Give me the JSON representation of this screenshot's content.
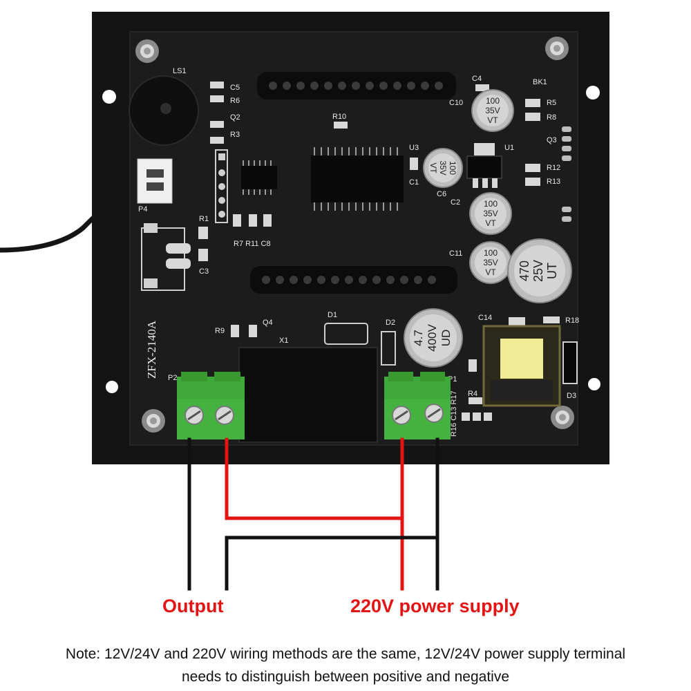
{
  "board": {
    "model": "ZFX-2140A",
    "silkscreen": {
      "ls1": "LS1",
      "c5": "C5",
      "r6": "R6",
      "q2": "Q2",
      "r3": "R3",
      "r10": "R10",
      "u3": "U3",
      "c1": "C1",
      "c4": "C4",
      "c10": "C10",
      "u1": "U1",
      "bk1": "BK1",
      "r5": "R5",
      "r8": "R8",
      "q3": "Q3",
      "r12": "R12",
      "r13": "R13",
      "c6": "C6",
      "c2": "C2",
      "c11": "C11",
      "p4": "P4",
      "r1": "R1",
      "c3": "C3",
      "r7_r11_c8": "R7 R11 C8",
      "r9": "R9",
      "q4": "Q4",
      "x1": "X1",
      "d1": "D1",
      "d2": "D2",
      "c14": "C14",
      "r18": "R18",
      "d3": "D3",
      "p2": "P2",
      "p1": "P1",
      "r4": "R4",
      "r16_c13_r17": "R16 C13 R17"
    },
    "capacitors": {
      "c10": [
        "100",
        "35V",
        "VT"
      ],
      "c6": [
        "100",
        "35V",
        "VT"
      ],
      "c2": [
        "100",
        "35V",
        "VT"
      ],
      "c11": [
        "100",
        "35V",
        "VT"
      ],
      "big": [
        "470",
        "25V",
        "UT"
      ],
      "hv": [
        "4.7",
        "400V",
        "UD"
      ]
    }
  },
  "wiring": {
    "colors": {
      "live": "#e41414",
      "neutral": "#111111",
      "pcb": "#1b1b1b",
      "terminal": "#3fa83a"
    }
  },
  "labels": {
    "output": "Output",
    "supply": "220V power supply",
    "note_line1": "Note: 12V/24V and 220V wiring methods are the same, 12V/24V power supply terminal",
    "note_line2": "needs to distinguish between positive and negative"
  }
}
